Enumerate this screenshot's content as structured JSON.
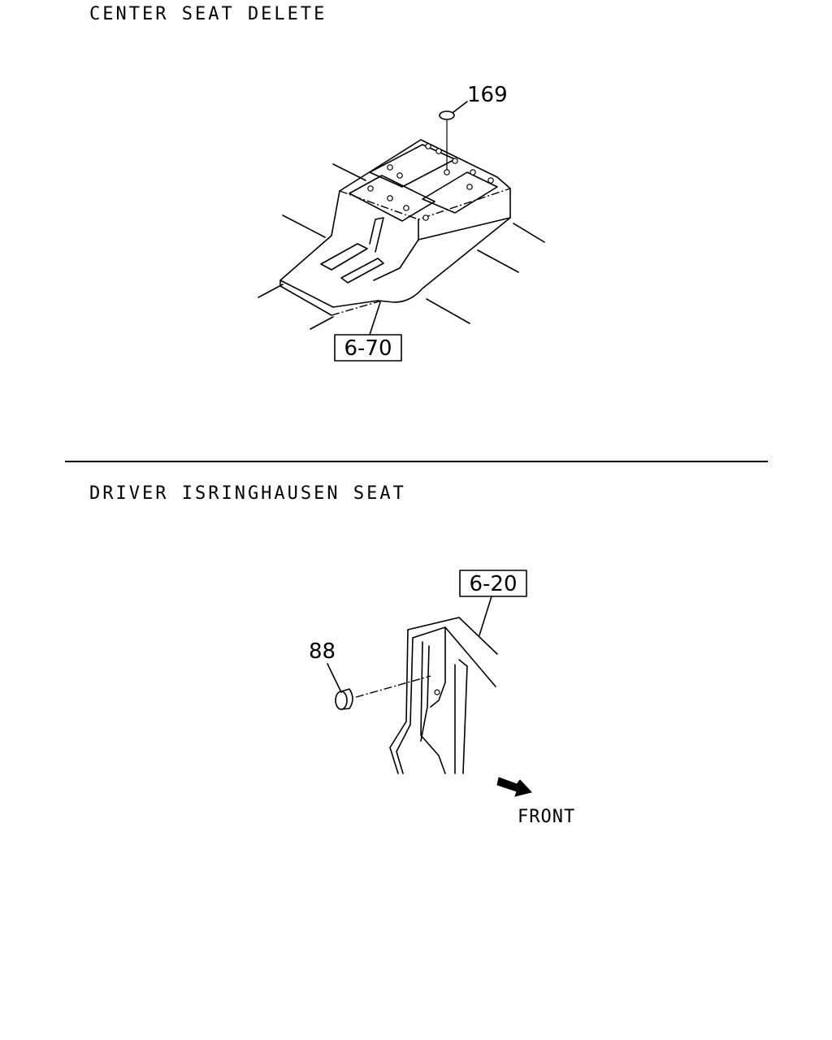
{
  "sections": [
    {
      "title": "CENTER SEAT DELETE",
      "part_number": "169",
      "reference": "6-70"
    },
    {
      "title": "DRIVER ISRINGHAUSEN SEAT",
      "part_number": "88",
      "reference": "6-20",
      "direction_label": "FRONT"
    }
  ]
}
